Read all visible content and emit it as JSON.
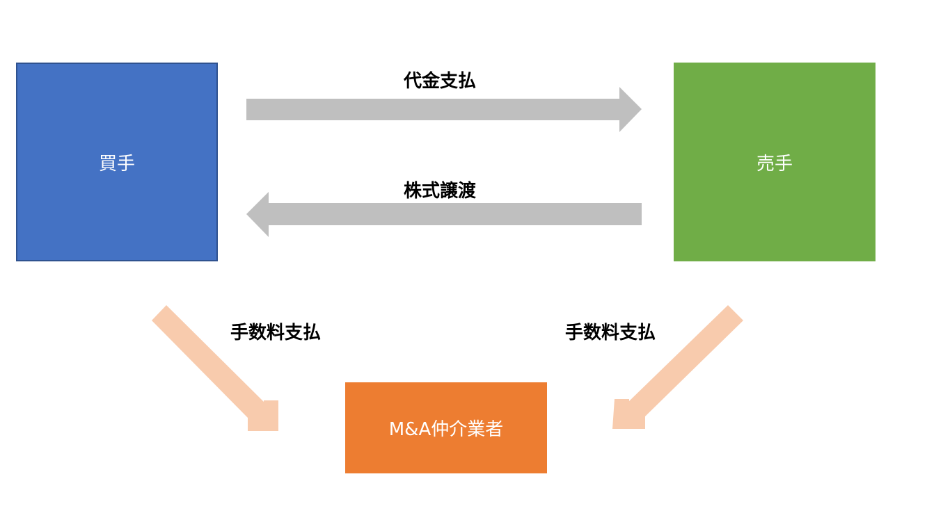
{
  "nodes": {
    "buyer": {
      "label": "買手",
      "color": "#4472c4"
    },
    "seller": {
      "label": "売手",
      "color": "#70ad47"
    },
    "broker": {
      "label": "M&A仲介業者",
      "color": "#ed7d31"
    }
  },
  "edges": {
    "payment": {
      "label": "代金支払",
      "from": "buyer",
      "to": "seller",
      "color": "#bfbfbf"
    },
    "share_transfer": {
      "label": "株式譲渡",
      "from": "seller",
      "to": "buyer",
      "color": "#bfbfbf"
    },
    "fee_buyer": {
      "label": "手数料支払",
      "from": "buyer",
      "to": "broker",
      "color": "#f8cbad"
    },
    "fee_seller": {
      "label": "手数料支払",
      "from": "seller",
      "to": "broker",
      "color": "#f8cbad"
    }
  }
}
